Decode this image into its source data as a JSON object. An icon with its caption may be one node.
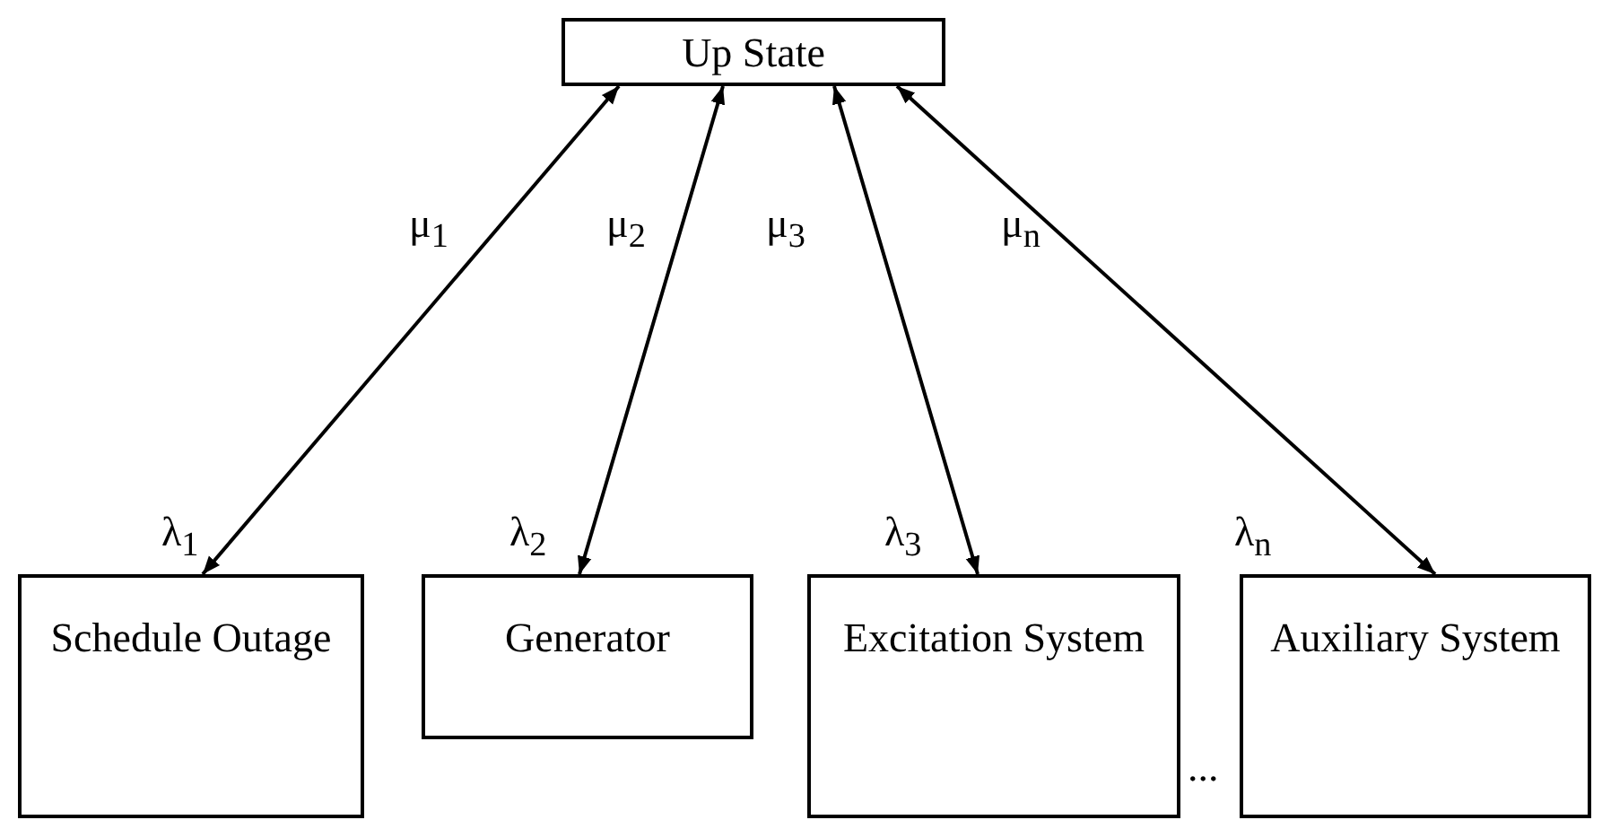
{
  "diagram": {
    "nodes": [
      {
        "text": [
          "Up State"
        ]
      },
      {
        "text": [
          "Schedule Outage"
        ]
      },
      {
        "text": [
          "Generator"
        ]
      },
      {
        "text": [
          "Excitation System"
        ]
      },
      {
        "text": [
          "Auxiliary System"
        ]
      }
    ],
    "edges": [
      {
        "from": 1,
        "to": 0,
        "arrow": "both"
      },
      {
        "from": 2,
        "to": 0,
        "arrow": "both"
      },
      {
        "from": 3,
        "to": 0,
        "arrow": "both"
      },
      {
        "from": 4,
        "to": 0,
        "arrow": "both"
      }
    ],
    "labels": [
      "μ$_{1}$",
      "μ$_{2}$",
      "μ$_{3}$",
      "μ$_{n}$",
      "λ$_{1}$",
      "λ$_{2}$",
      "λ$_{3}$",
      "λ$_{n}$",
      "..."
    ]
  }
}
